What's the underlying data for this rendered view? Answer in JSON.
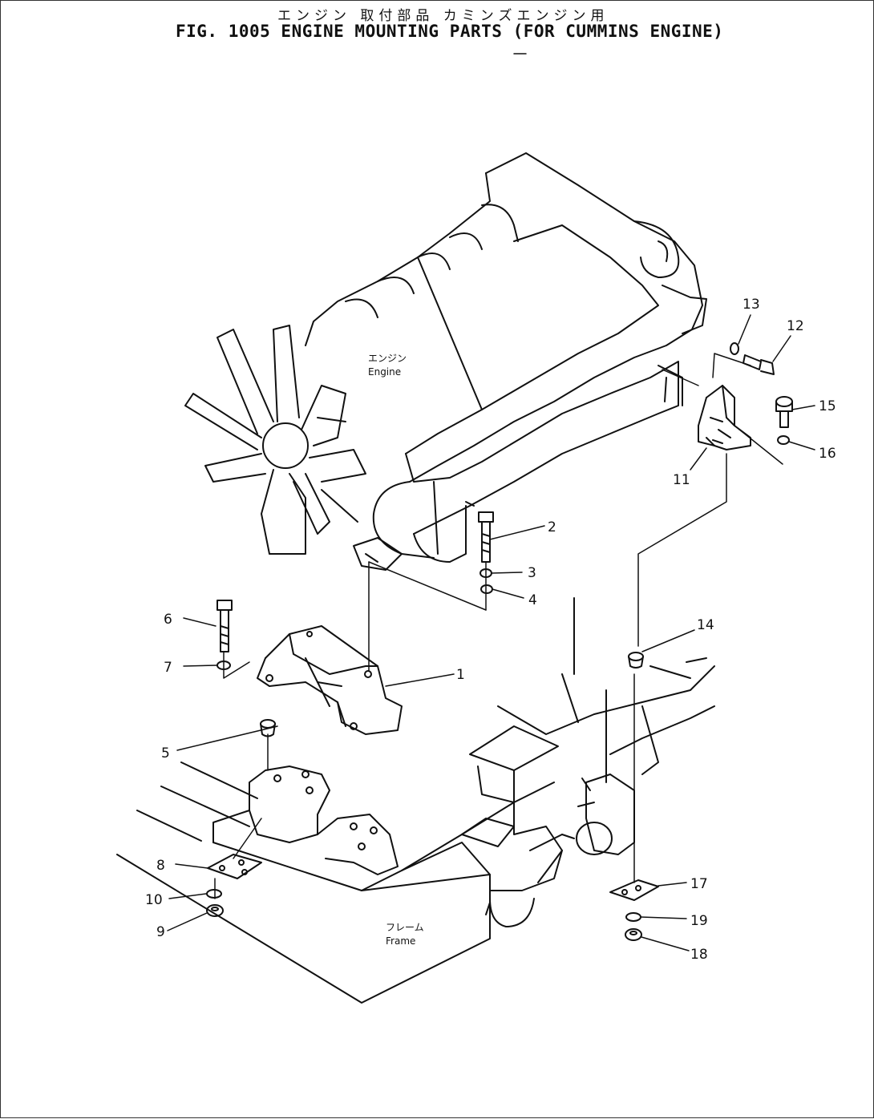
{
  "title": {
    "jp": "エンジン 取付部品 カミンズエンジン用",
    "en": "FIG. 1005  ENGINE MOUNTING PARTS (FOR CUMMINS ENGINE)"
  },
  "captions": {
    "engine_jp": "エンジン",
    "engine_en": "Engine",
    "frame_jp": "フレーム",
    "frame_en": "Frame"
  },
  "callouts": [
    "1",
    "2",
    "3",
    "4",
    "5",
    "6",
    "7",
    "8",
    "9",
    "10",
    "11",
    "12",
    "13",
    "14",
    "15",
    "16",
    "17",
    "18",
    "19"
  ]
}
